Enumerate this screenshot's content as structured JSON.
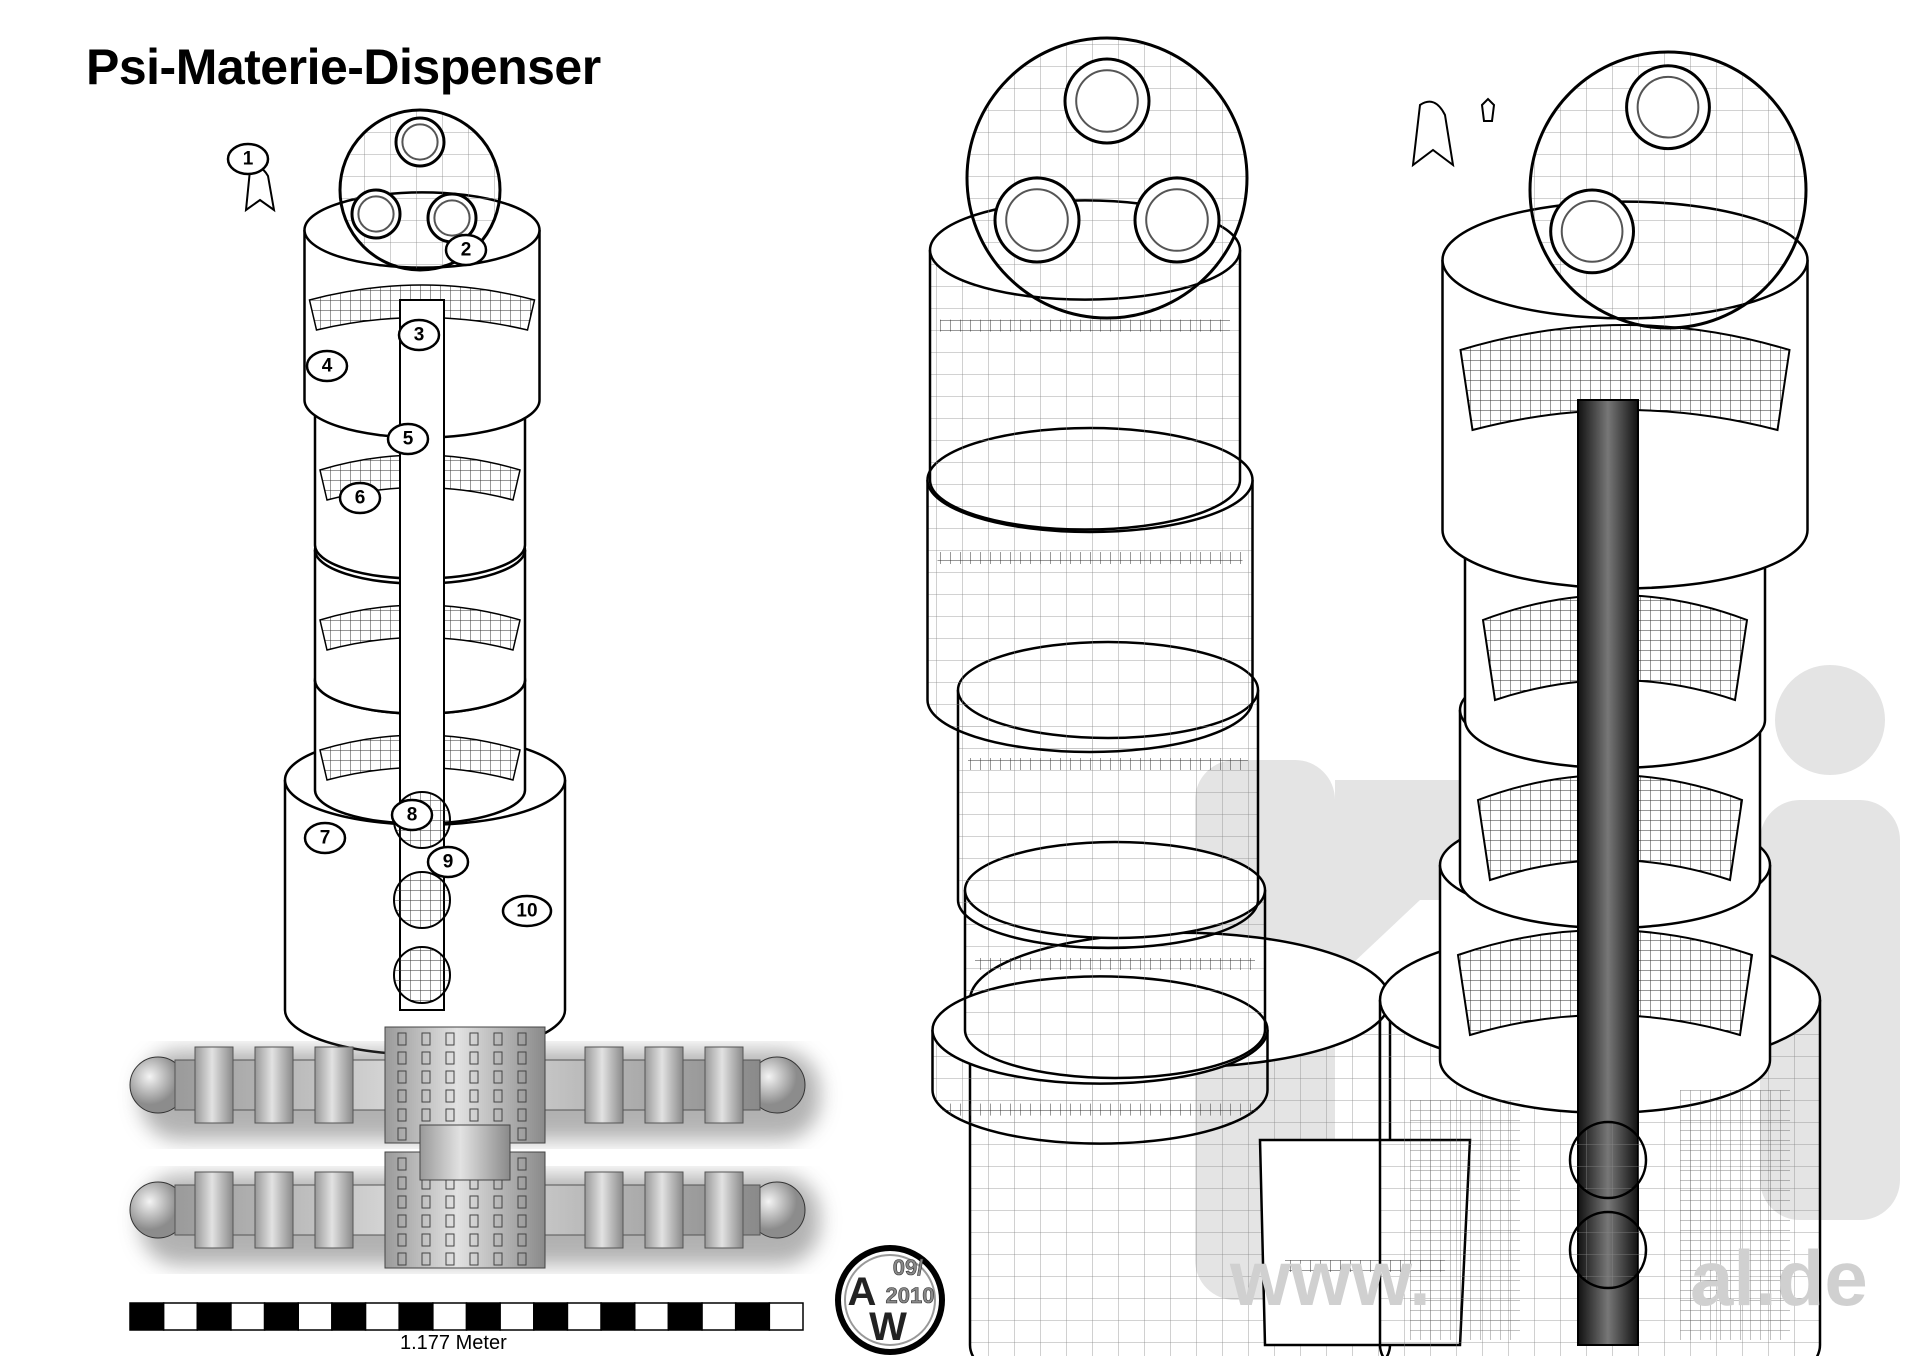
{
  "title": "Psi-Materie-Dispenser",
  "callouts": [
    "1",
    "2",
    "3",
    "4",
    "5",
    "6",
    "7",
    "8",
    "9",
    "10"
  ],
  "scale": {
    "label": "1.177 Meter",
    "segments": 20
  },
  "signature": {
    "line1": "09/",
    "line2": "2010",
    "letter_a": "A",
    "letter_w": "W"
  },
  "watermark": {
    "prefix": "www.",
    "suffix": "al.de"
  },
  "colors": {
    "ink": "#000000",
    "module_gray": "#b9b9b9",
    "watermark": "#d6d6d6"
  }
}
